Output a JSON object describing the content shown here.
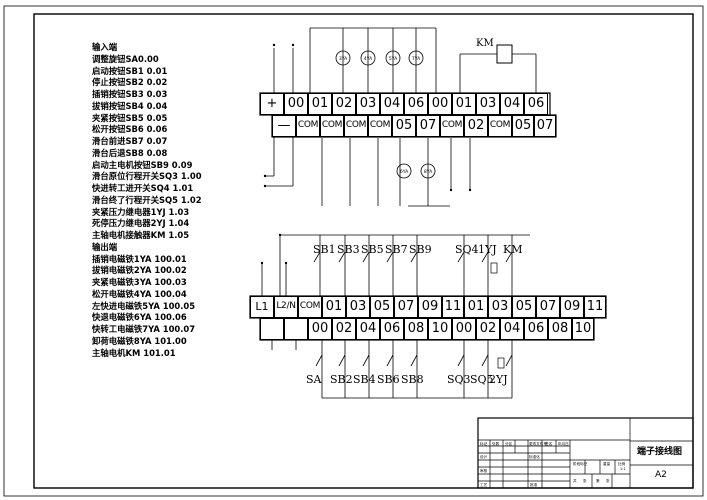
{
  "input_section": {
    "heading": "输入端",
    "items": [
      "调整旋钮SA0.00",
      "启动按钮SB1 0.01",
      "停止按钮SB2 0.02",
      "插销按钮SB3 0.03",
      "拔销按钮SB4 0.04",
      "夹紧按钮SB5 0.05",
      "松开按钮SB6 0.06",
      "滑台前进SB7 0.07",
      "滑台后退SB8 0.08",
      "启动主电机按钮SB9 0.09",
      "滑台原位行程开关SQ3 1.00",
      "快进转工进开关SQ4 1.01",
      "滑台终了行程开关SQ5 1.02",
      "夹紧压力继电器1YJ 1.03",
      "死停压力继电器2YJ 1.04",
      "主轴电机接触器KM 1.05"
    ]
  },
  "output_section": {
    "heading": "输出端",
    "items": [
      "插销电磁铁1YA 100.01",
      "拔销电磁铁2YA 100.02",
      "夹紧电磁铁3YA 100.03",
      "松开电磁铁4YA 100.04",
      "左快进电磁铁5YA 100.05",
      "快退电磁铁6YA 100.06",
      "快转工电磁铁7YA 100.07",
      "卸荷电磁铁8YA 101.00",
      "主轴电机KM 101.01"
    ]
  },
  "top_terminal_block": {
    "row1": [
      "+",
      "00",
      "01",
      "02",
      "03",
      "04",
      "06",
      "00",
      "01",
      "03",
      "04",
      "06"
    ],
    "row2": [
      "—",
      "COM",
      "COM",
      "COM",
      "COM",
      "05",
      "07",
      "COM",
      "02",
      "COM",
      "05",
      "07"
    ],
    "coils_top": [
      "3YA",
      "4YA",
      "5YA",
      "7YA"
    ],
    "coils_bottom": [
      "6YA",
      "8YA"
    ],
    "contactor": "KM"
  },
  "bottom_terminal_block": {
    "row1": [
      "L1",
      "L2/N",
      "COM",
      "01",
      "03",
      "05",
      "07",
      "09",
      "11",
      "01",
      "03",
      "05",
      "07",
      "09",
      "11"
    ],
    "row2": [
      "⏚",
      "⏚",
      "00",
      "02",
      "04",
      "06",
      "08",
      "10",
      "00",
      "02",
      "04",
      "06",
      "08",
      "10"
    ],
    "upper_switches": [
      "SB1",
      "SB3",
      "SB5",
      "SB7",
      "SB9",
      "SQ4",
      "1YJ",
      "KM"
    ],
    "lower_switches": [
      "SA",
      "SB2",
      "SB4",
      "SB6",
      "SB8",
      "SQ3",
      "SQ5",
      "2YJ"
    ]
  },
  "title_block": {
    "drawing_title": "端子接线图",
    "size_code": "A2",
    "scale": "1:1",
    "small_labels": [
      "标记",
      "处数",
      "分区",
      "更改文件号",
      "签名",
      "年月日",
      "设计",
      "标准化",
      "阶段标记",
      "重量",
      "比例",
      "审核",
      "工艺",
      "批准",
      "共",
      "张",
      "第",
      "张"
    ]
  }
}
